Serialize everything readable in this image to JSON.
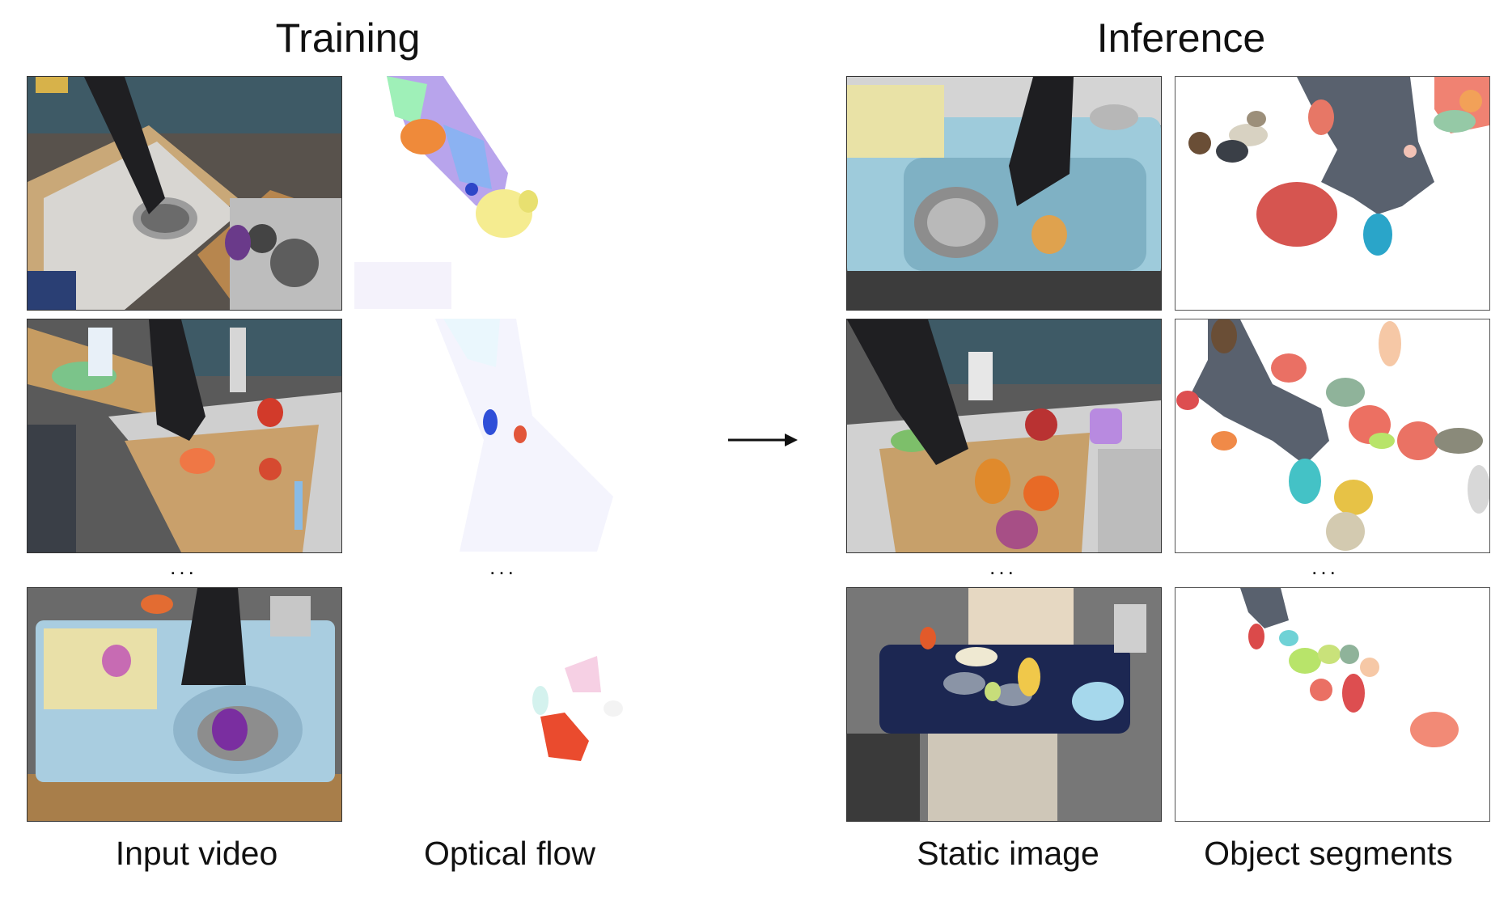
{
  "titles": {
    "training": "Training",
    "inference": "Inference"
  },
  "captions": {
    "input_video": "Input video",
    "optical_flow": "Optical flow",
    "static_image": "Static image",
    "object_segments": "Object segments"
  },
  "ellipsis": "...",
  "colors": {
    "robot_segment": "#59616e",
    "arrow": "#111111",
    "flow_red": "#e64a2e",
    "flow_blue": "#3355dd"
  },
  "icons": {
    "arrow": "arrow-right-icon"
  }
}
